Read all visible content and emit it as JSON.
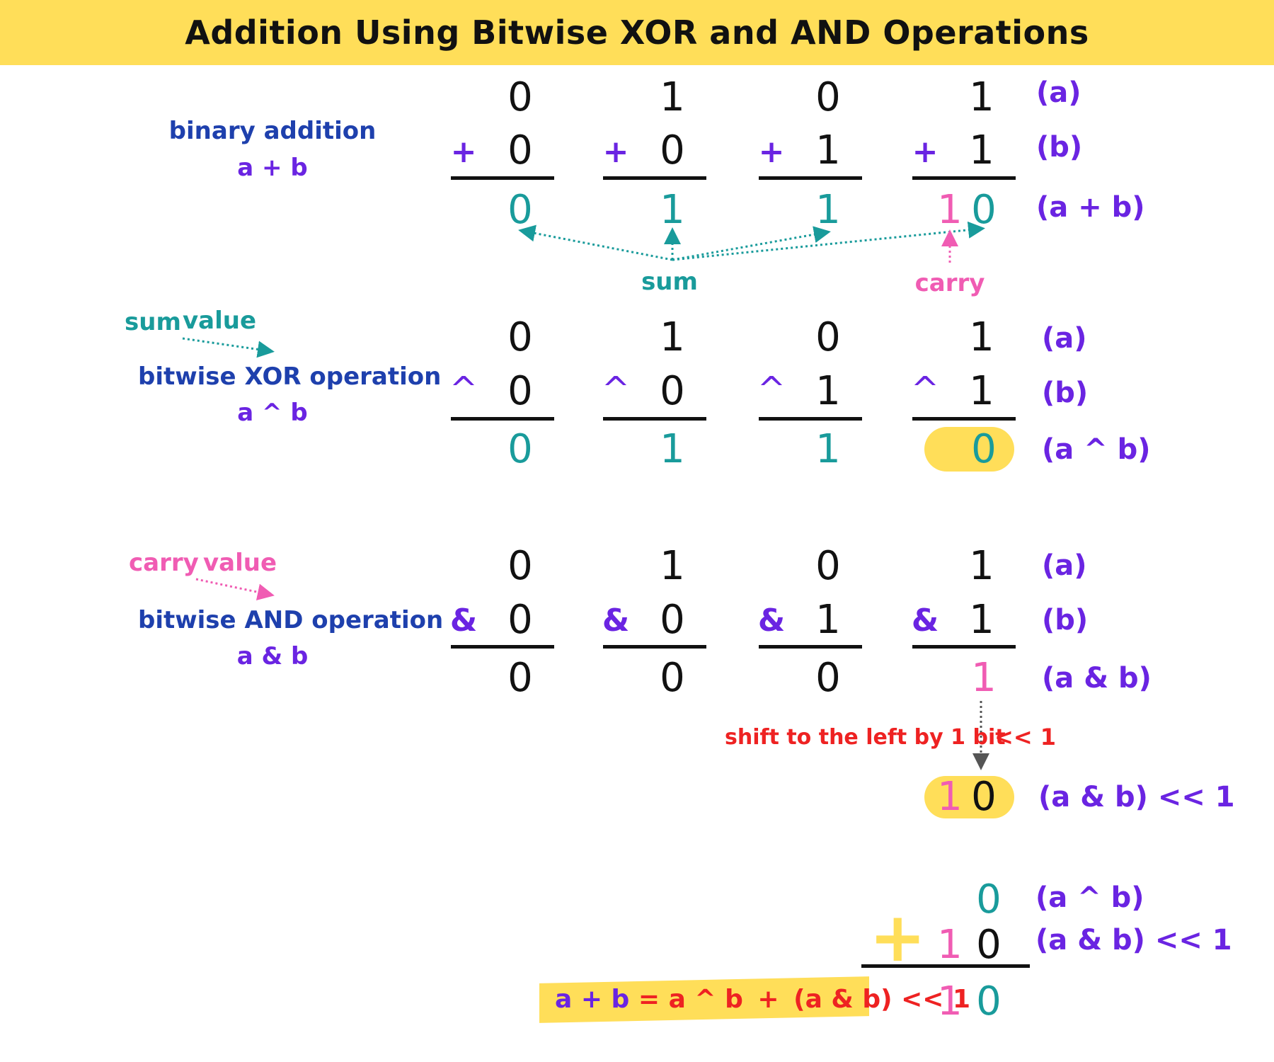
{
  "title": "Addition Using Bitwise XOR and AND Operations",
  "colors": {
    "banner": "#ffde59",
    "highlight": "#ffde59",
    "sum": "#199b9b",
    "carry": "#f05cb3",
    "label": "#6a24e2",
    "caption": "#1e40ad",
    "shift": "#ee2222"
  },
  "sections": {
    "addition": {
      "caption": "binary addition",
      "expr": "a + b",
      "op": "+",
      "a": [
        "0",
        "1",
        "0",
        "1"
      ],
      "b": [
        "0",
        "0",
        "1",
        "1"
      ],
      "r": [
        "0",
        "1",
        "1",
        "0"
      ],
      "carry_digit": "1",
      "label_a": "(a)",
      "label_b": "(b)",
      "label_r": "(a + b)",
      "sum_label": "sum",
      "carry_label": "carry"
    },
    "xor": {
      "tag1": "sum",
      "tag2": "value",
      "caption": "bitwise XOR operation",
      "expr": "a ^ b",
      "op": "^",
      "a": [
        "0",
        "1",
        "0",
        "1"
      ],
      "b": [
        "0",
        "0",
        "1",
        "1"
      ],
      "r": [
        "0",
        "1",
        "1",
        "0"
      ],
      "label_a": "(a)",
      "label_b": "(b)",
      "label_r": "(a ^ b)"
    },
    "and": {
      "tag1": "carry",
      "tag2": "value",
      "caption": "bitwise AND operation",
      "expr": "a & b",
      "op": "&",
      "a": [
        "0",
        "1",
        "0",
        "1"
      ],
      "b": [
        "0",
        "0",
        "1",
        "1"
      ],
      "r": [
        "0",
        "0",
        "0",
        "1"
      ],
      "label_a": "(a)",
      "label_b": "(b)",
      "label_r": "(a & b)"
    },
    "shift": {
      "text": "shift to the left by 1 bit",
      "op": "<< 1",
      "result": [
        "1",
        "0"
      ],
      "label": "(a & b) << 1"
    },
    "final": {
      "row1": [
        "0"
      ],
      "row1_label": "(a ^ b)",
      "plus": "+",
      "row2": [
        "1",
        "0"
      ],
      "row2_label": "(a & b) << 1",
      "result": [
        "1",
        "0"
      ],
      "formula": {
        "lhs": "a + b",
        "eq": "=",
        "x": "a ^ b",
        "plus": "+",
        "rest": "(a & b) << 1"
      }
    }
  }
}
